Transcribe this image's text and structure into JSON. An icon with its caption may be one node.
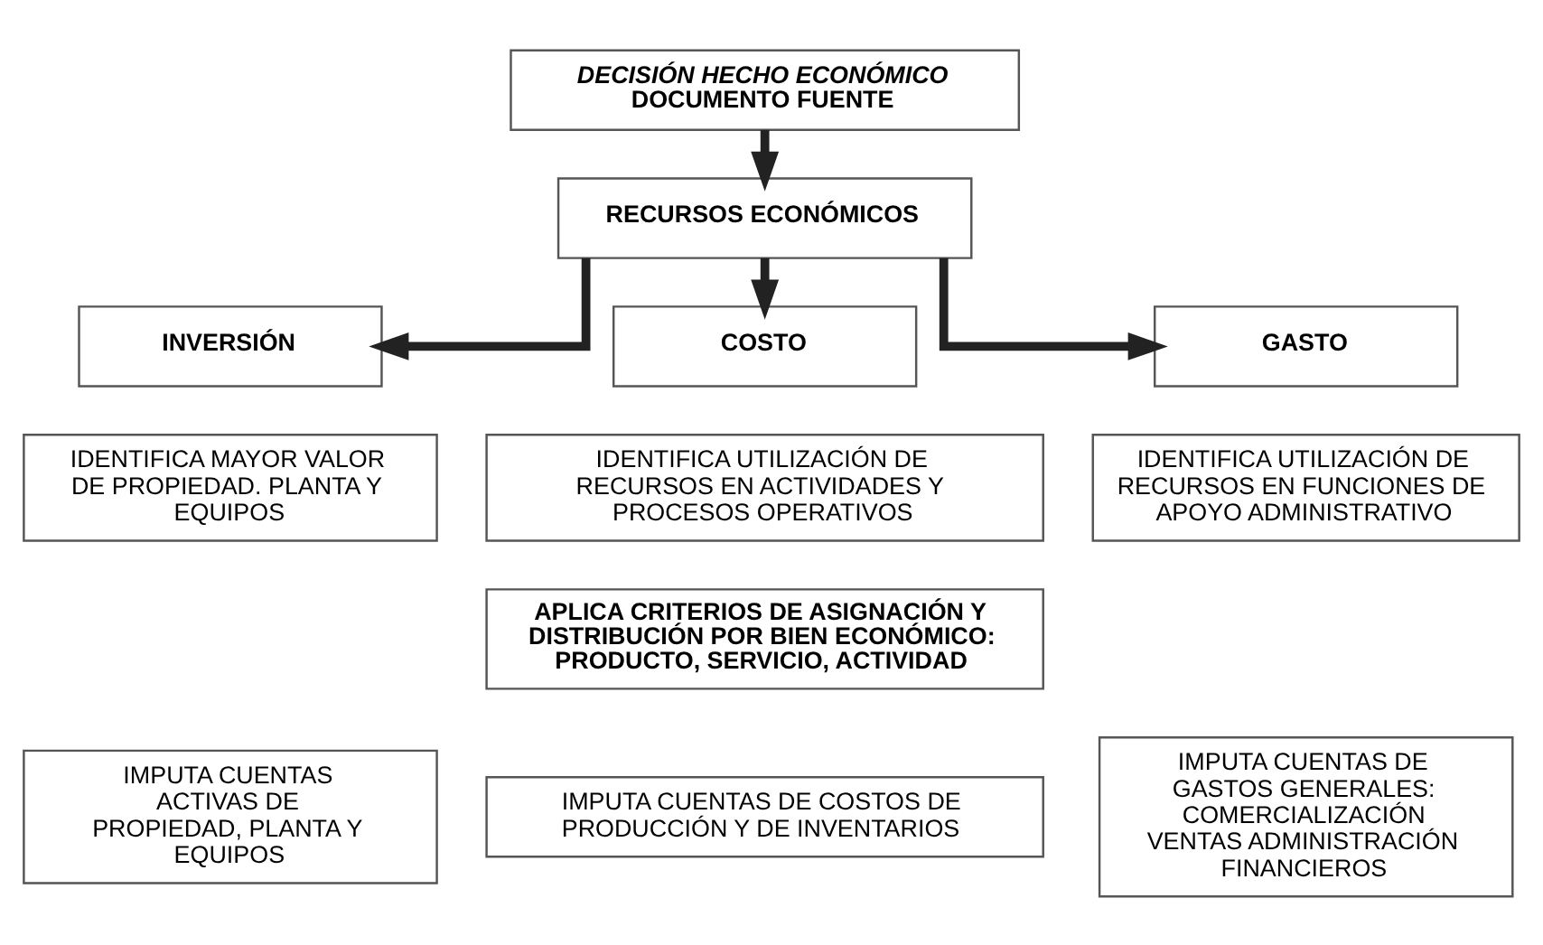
{
  "diagram": {
    "nodes": [
      {
        "text": [
          "DECISIÓN HECHO ECONÓMICO",
          "DOCUMENTO FUENTE"
        ]
      },
      {
        "text": [
          "RECURSOS ECONÓMICOS"
        ]
      },
      {
        "text": [
          "INVERSIÓN"
        ]
      },
      {
        "text": [
          "COSTO"
        ]
      },
      {
        "text": [
          "GASTO"
        ]
      },
      {
        "text": [
          "IDENTIFICA MAYOR VALOR DE PROPIEDAD. PLANTA Y EQUIPOS"
        ]
      },
      {
        "text": [
          "IDENTIFICA UTILIZACIÓN DE RECURSOS EN ACTIVIDADES Y PROCESOS OPERATIVOS"
        ]
      },
      {
        "text": [
          "IDENTIFICA UTILIZACIÓN DE RECURSOS EN FUNCIONES DE APOYO ADMINISTRATIVO"
        ]
      },
      {
        "text": [
          "APLICA CRITERIOS DE ASIGNACIÓN Y DISTRIBUCIÓN POR BIEN ECONÓMICO: PRODUCTO, SERVICIO, ACTIVIDAD"
        ]
      },
      {
        "text": [
          "IMPUTA CUENTAS ACTIVAS DE PROPIEDAD, PLANTA Y EQUIPOS"
        ]
      },
      {
        "text": [
          "IMPUTA CUENTAS DE COSTOS DE PRODUCCIÓN Y DE INVENTARIOS"
        ]
      },
      {
        "text": [
          "IMPUTA CUENTAS DE GASTOS GENERALES: COMERCIALIZACIÓN VENTAS ADMINISTRACIÓN FINANCIEROS"
        ]
      }
    ],
    "edges": [
      {
        "from": 0,
        "to": 1,
        "arrow": "to"
      },
      {
        "from": 1,
        "to": 2,
        "arrow": "to"
      },
      {
        "from": 1,
        "to": 3,
        "arrow": "to"
      },
      {
        "from": 1,
        "to": 4,
        "arrow": "to"
      }
    ]
  }
}
